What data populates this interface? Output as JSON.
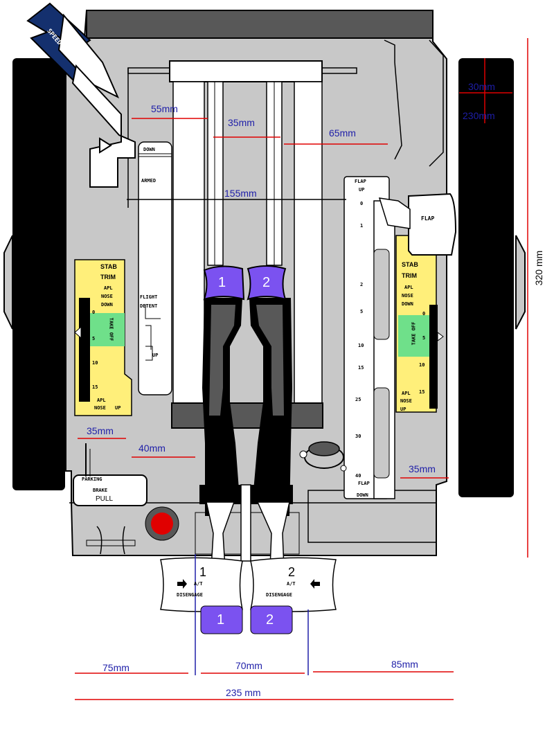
{
  "speed_brake": {
    "label": "SPEED BRAKE",
    "positions": [
      "DOWN",
      "ARMED",
      "FLIGHT DETENT",
      "UP"
    ]
  },
  "stab_trim_left": {
    "title_1": "STAB",
    "title_2": "TRIM",
    "apl_nose_down": [
      "APL",
      "NOSE",
      "DOWN"
    ],
    "apl_nose_up": [
      "APL",
      "NOSE",
      "UP"
    ],
    "scale": [
      "0",
      "5",
      "10",
      "15"
    ],
    "green_band": "TAKE OFF"
  },
  "stab_trim_right": {
    "title_1": "STAB",
    "title_2": "TRIM",
    "apl_nose_down": [
      "APL",
      "NOSE",
      "DOWN"
    ],
    "apl_nose_up": [
      "APL",
      "NOSE",
      "UP"
    ],
    "scale": [
      "0",
      "5",
      "10",
      "15"
    ],
    "green_band": "TAKE OFF"
  },
  "flap": {
    "up_1": "FLAP",
    "up_2": "UP",
    "down_1": "FLAP",
    "down_2": "DOWN",
    "detents": [
      "0",
      "1",
      "2",
      "5",
      "10",
      "15",
      "25",
      "30",
      "40"
    ],
    "indicator": "FLAP"
  },
  "parking_brake": {
    "line_1": "PARKING",
    "line_2": "BRAKE",
    "line_3": "PULL"
  },
  "thrust_levers": {
    "lever_1": "1",
    "lever_2": "2",
    "at_label": "A/T",
    "disengage_label": "DISENGAGE",
    "reverser_1": "1",
    "reverser_2": "2"
  },
  "dimensions": {
    "d55": "55mm",
    "d35_top": "35mm",
    "d65": "65mm",
    "d155": "155mm",
    "d30": "30mm",
    "d230": "230mm",
    "d320": "320 mm",
    "d35_left": "35mm",
    "d40": "40mm",
    "d35_right": "35mm",
    "d75": "75mm",
    "d70": "70mm",
    "d85": "85mm",
    "d235": "235 mm"
  },
  "colors": {
    "panel": "#c8c8c8",
    "panel_dark": "#585858",
    "stab_yellow": "#ffef7a",
    "trim_green": "#6fe08a",
    "lever_knob": "#7b52f0",
    "speed_brake_blue": "#14306e",
    "parking_red": "#e00000",
    "dimension_blue": "#1e1ea8",
    "dimension_red": "#e00000"
  }
}
